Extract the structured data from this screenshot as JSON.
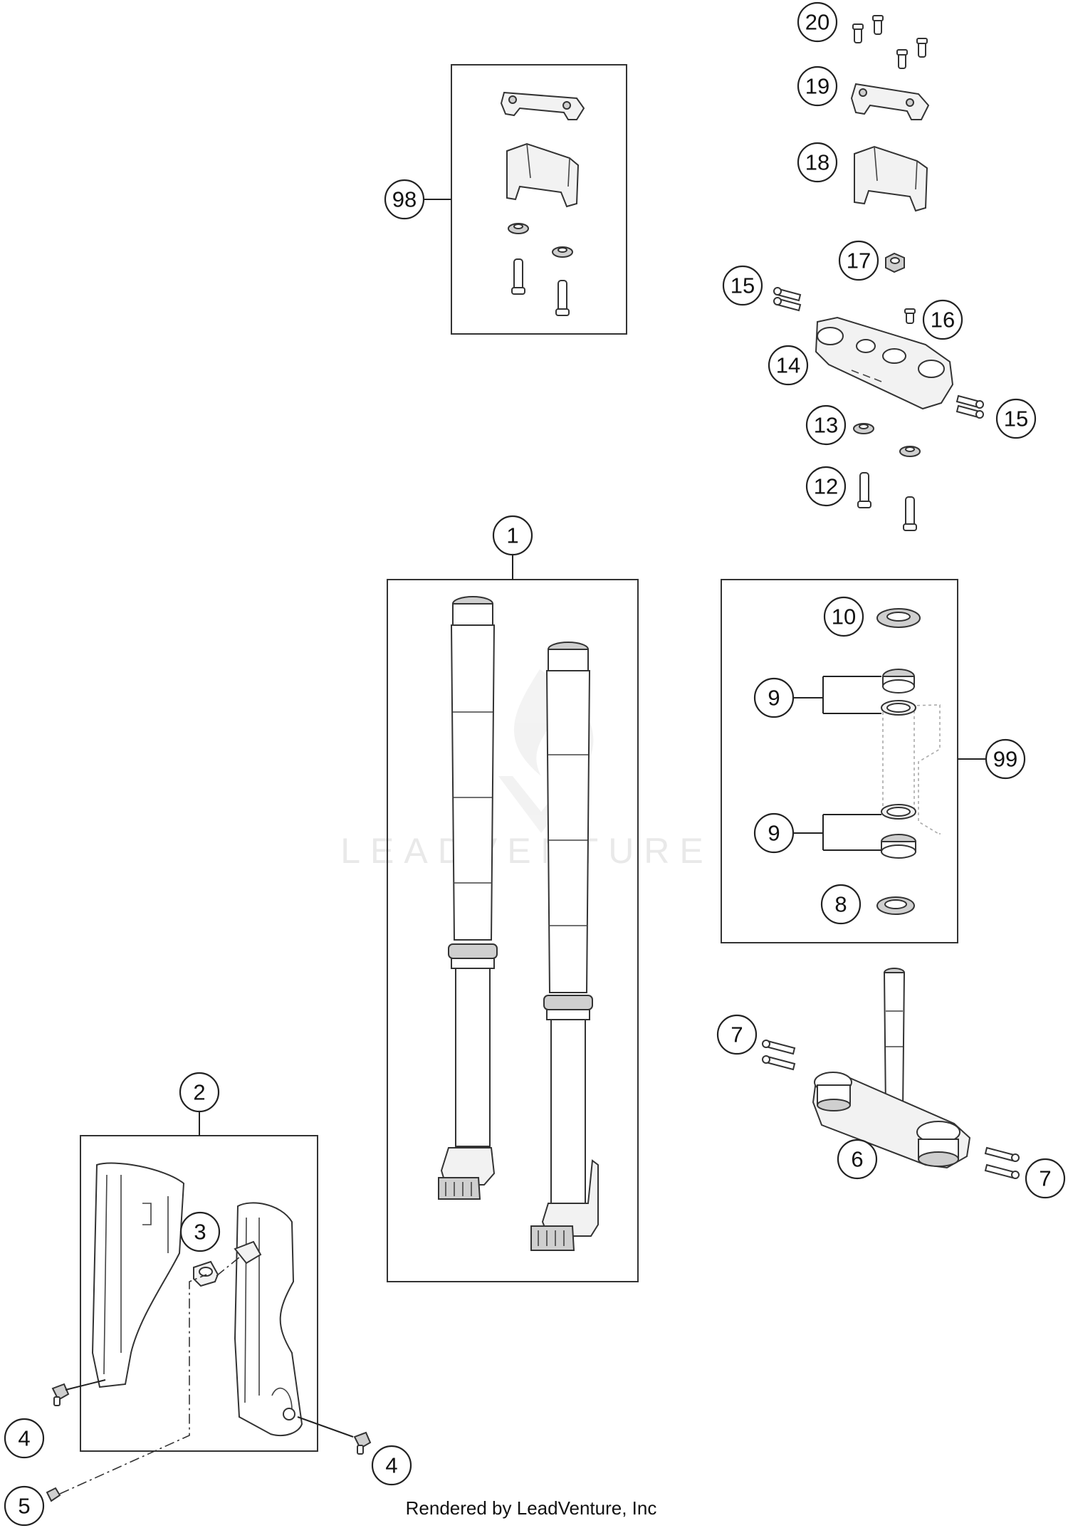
{
  "watermark": "LEADVENTURE",
  "credit": "Rendered by LeadVenture, Inc",
  "callouts": {
    "c1": "1",
    "c2": "2",
    "c3": "3",
    "c4a": "4",
    "c4b": "4",
    "c5": "5",
    "c6": "6",
    "c7a": "7",
    "c7b": "7",
    "c8": "8",
    "c9a": "9",
    "c9b": "9",
    "c10": "10",
    "c12": "12",
    "c13": "13",
    "c14": "14",
    "c15a": "15",
    "c15b": "15",
    "c16": "16",
    "c17": "17",
    "c18": "18",
    "c19": "19",
    "c20": "20",
    "c98": "98",
    "c99": "99"
  }
}
